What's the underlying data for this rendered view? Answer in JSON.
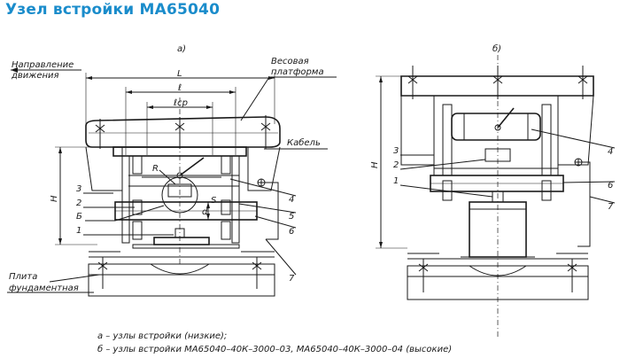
{
  "title": "Узел встройки МА65040",
  "view_a": {
    "label": "а)",
    "direction_line1": "Направление",
    "direction_line2": "движения",
    "weigh_line1": "Весовая",
    "weigh_line2": "платформа",
    "cable": "Кабель",
    "plate_line1": "Плита",
    "plate_line2": "фундаментная",
    "dim_L": "L",
    "dim_l": "ℓ",
    "dim_lcp": "ℓср",
    "dim_H": "H",
    "dim_R": "R",
    "dim_S": "S",
    "dim_d": "d",
    "callout_B": "Б",
    "n1": "1",
    "n2": "2",
    "n3": "3",
    "n4": "4",
    "n5": "5",
    "n6": "6",
    "n7": "7"
  },
  "view_b": {
    "label": "б)",
    "dim_H": "H",
    "n1": "1",
    "n2": "2",
    "n3": "3",
    "n4": "4",
    "n6": "6",
    "n7": "7"
  },
  "caption": {
    "line_a": "а  –  узлы  встройки  (низкие);",
    "line_b": "б  –  узлы  встройки  МА65040–40К–3000–03,  МА65040–40К–3000–04  (высокие)"
  },
  "colors": {
    "title": "#1a8ccb",
    "lines": "#1a1a1a",
    "background": "#ffffff"
  }
}
